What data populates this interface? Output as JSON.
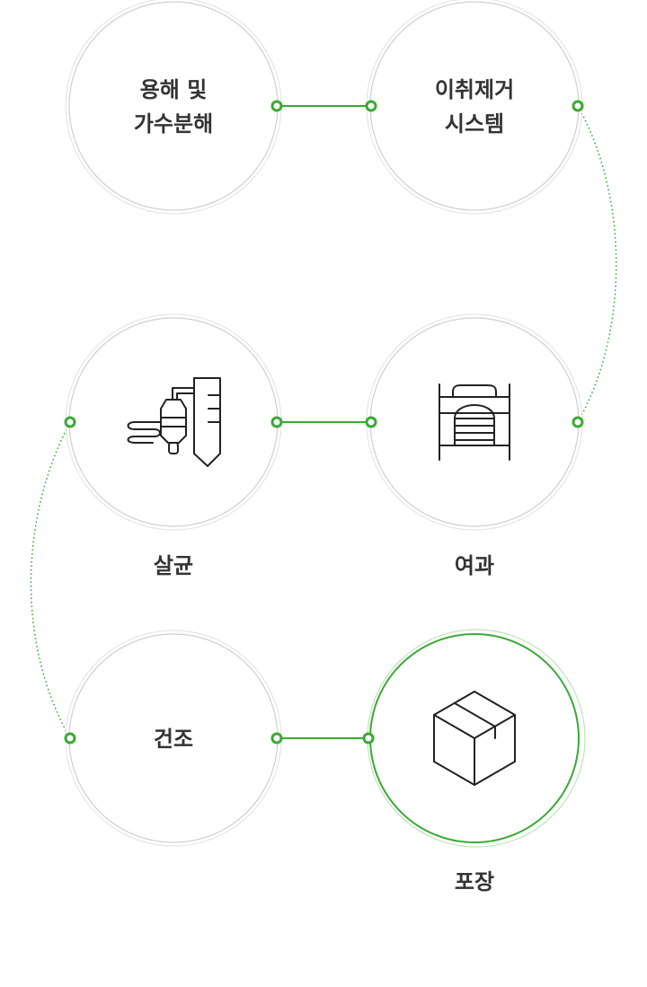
{
  "colors": {
    "accent": "#3aa935",
    "ring": "#cfcfcf",
    "text": "#333333"
  },
  "steps": [
    {
      "id": "dissolution",
      "lines": [
        "용해 및",
        "가수분해"
      ],
      "icon": "",
      "active": false
    },
    {
      "id": "odor-removal",
      "lines": [
        "이취제거",
        "시스템"
      ],
      "icon": "",
      "active": false
    },
    {
      "id": "filtration",
      "lines": [
        "여과"
      ],
      "icon": "filter-press-icon",
      "active": false
    },
    {
      "id": "sterilization",
      "lines": [
        "살균"
      ],
      "icon": "sterilizer-icon",
      "active": false
    },
    {
      "id": "drying",
      "lines": [
        "건조"
      ],
      "icon": "",
      "active": false
    },
    {
      "id": "packaging",
      "lines": [
        "포장"
      ],
      "icon": "box-icon",
      "active": true
    }
  ]
}
